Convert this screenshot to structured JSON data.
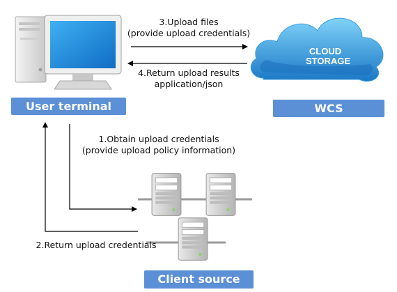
{
  "diagram": {
    "nodes": {
      "user_terminal": "User terminal",
      "wcs": "WCS",
      "client_source": "Client source",
      "cloud_logo_line1": "CLOUD",
      "cloud_logo_line2": "STORAGE"
    },
    "edges": {
      "upload_files": {
        "line1": "3.Upload files",
        "line2": "(provide upload credentials)"
      },
      "return_results": {
        "line1": "4.Return upload results",
        "line2": "application/json"
      },
      "obtain_credentials": {
        "line1": "1.Obtain upload credentials",
        "line2": "(provide upload policy information)"
      },
      "return_credentials": {
        "line1": "2.Return upload credentials"
      }
    }
  },
  "colors": {
    "label_box": "#5b8fd6",
    "cloud_light": "#5cc0f2",
    "cloud_dark": "#1c78c6",
    "monitor_screen": "#1e8fe3",
    "tower_body": "#e6e6e6",
    "server_body": "#d2d2d2"
  }
}
